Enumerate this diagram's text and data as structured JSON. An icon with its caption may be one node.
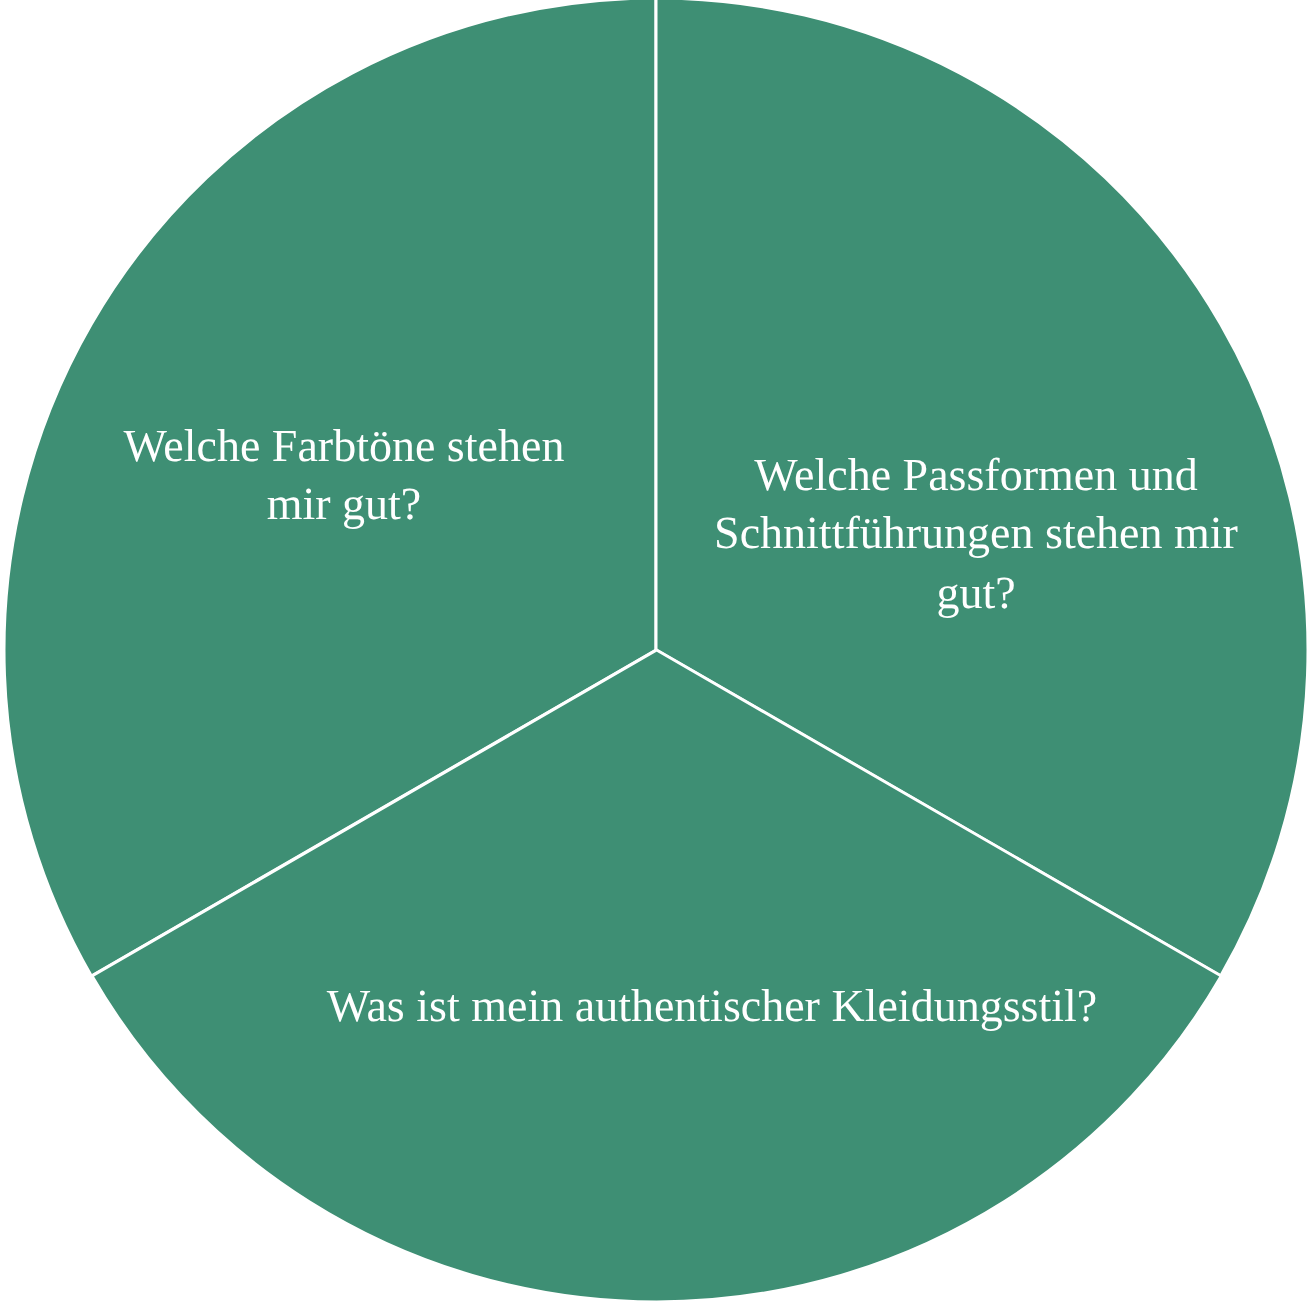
{
  "diagram": {
    "nodes": [
      {
        "text": [
          "Welche Farbtöne stehen mir gut?"
        ]
      },
      {
        "text": [
          "Welche Passformen und Schnittführungen stehen mir gut?"
        ]
      },
      {
        "text": [
          "Was ist mein authentischer Kleidungsstil?"
        ]
      }
    ]
  }
}
